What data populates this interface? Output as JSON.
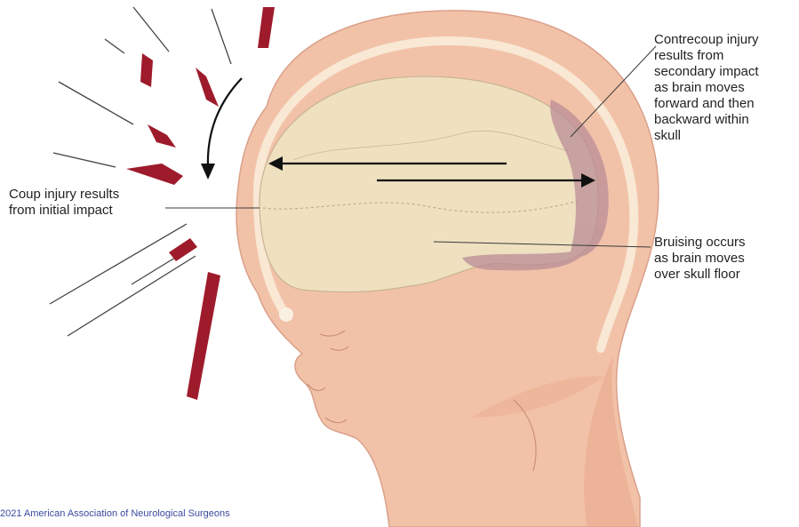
{
  "labels": {
    "contrecoup": "Contrecoup injury\nresults from\nsecondary impact\nas brain moves\nforward and then\nbackward within\nskull",
    "coup": "Coup injury results\nfrom initial impact",
    "bruising": "Bruising occurs\nas brain moves\nover skull floor"
  },
  "copyright": "2021 American Association of Neurological Surgeons",
  "colors": {
    "skin": "#f2c2a8",
    "skin_shade": "#e9a98e",
    "skull": "#f5dfc8",
    "brain": "#efe0c0",
    "bruise": "#b98d96",
    "impact": "#9e1b2b",
    "leader": "#3a3a3a"
  }
}
